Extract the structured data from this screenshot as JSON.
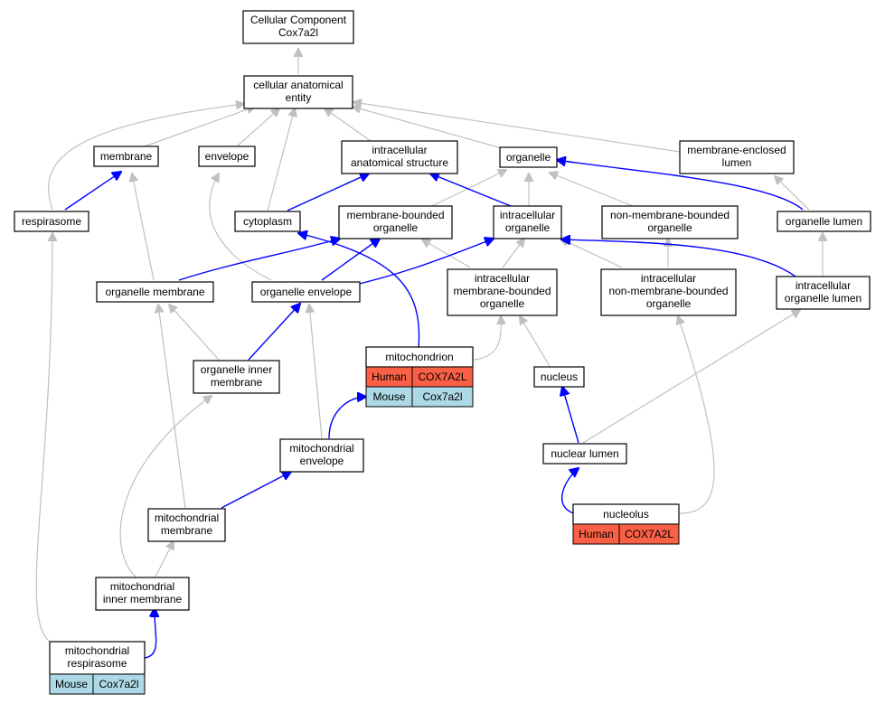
{
  "colors": {
    "human": "#fa6045",
    "mouse": "#add8e6",
    "blue_edge": "#0000ff",
    "grey_edge": "#c0c0c0"
  },
  "nodes": {
    "cellular_component": [
      "Cellular Component",
      "Cox7a2l"
    ],
    "cellular_anatomical_entity": [
      "cellular anatomical",
      "entity"
    ],
    "membrane": [
      "membrane"
    ],
    "envelope": [
      "envelope"
    ],
    "intracellular_anatomical_structure": [
      "intracellular",
      "anatomical structure"
    ],
    "organelle": [
      "organelle"
    ],
    "membrane_enclosed_lumen": [
      "membrane-enclosed",
      "lumen"
    ],
    "respirasome": [
      "respirasome"
    ],
    "cytoplasm": [
      "cytoplasm"
    ],
    "membrane_bounded_organelle": [
      "membrane-bounded",
      "organelle"
    ],
    "intracellular_organelle": [
      "intracellular",
      "organelle"
    ],
    "non_membrane_bounded_organelle": [
      "non-membrane-bounded",
      "organelle"
    ],
    "organelle_lumen": [
      "organelle lumen"
    ],
    "organelle_membrane": [
      "organelle membrane"
    ],
    "organelle_envelope": [
      "organelle envelope"
    ],
    "intracellular_membrane_bounded_organelle": [
      "intracellular",
      "membrane-bounded",
      "organelle"
    ],
    "intracellular_non_membrane_bounded_organelle": [
      "intracellular",
      "non-membrane-bounded",
      "organelle"
    ],
    "intracellular_organelle_lumen": [
      "intracellular",
      "organelle lumen"
    ],
    "mitochondrion": [
      "mitochondrion"
    ],
    "organelle_inner_membrane": [
      "organelle inner",
      "membrane"
    ],
    "nucleus": [
      "nucleus"
    ],
    "mitochondrial_envelope": [
      "mitochondrial",
      "envelope"
    ],
    "nuclear_lumen": [
      "nuclear lumen"
    ],
    "nucleolus": [
      "nucleolus"
    ],
    "mitochondrial_membrane": [
      "mitochondrial",
      "membrane"
    ],
    "mitochondrial_inner_membrane": [
      "mitochondrial",
      "inner membrane"
    ],
    "mitochondrial_respirasome": [
      "mitochondrial",
      "respirasome"
    ]
  },
  "annotations": {
    "mitochondrion": [
      {
        "species": "Human",
        "gene": "COX7A2L"
      },
      {
        "species": "Mouse",
        "gene": "Cox7a2l"
      }
    ],
    "nucleolus": [
      {
        "species": "Human",
        "gene": "COX7A2L"
      }
    ],
    "mitochondrial_respirasome": [
      {
        "species": "Mouse",
        "gene": "Cox7a2l"
      }
    ]
  }
}
